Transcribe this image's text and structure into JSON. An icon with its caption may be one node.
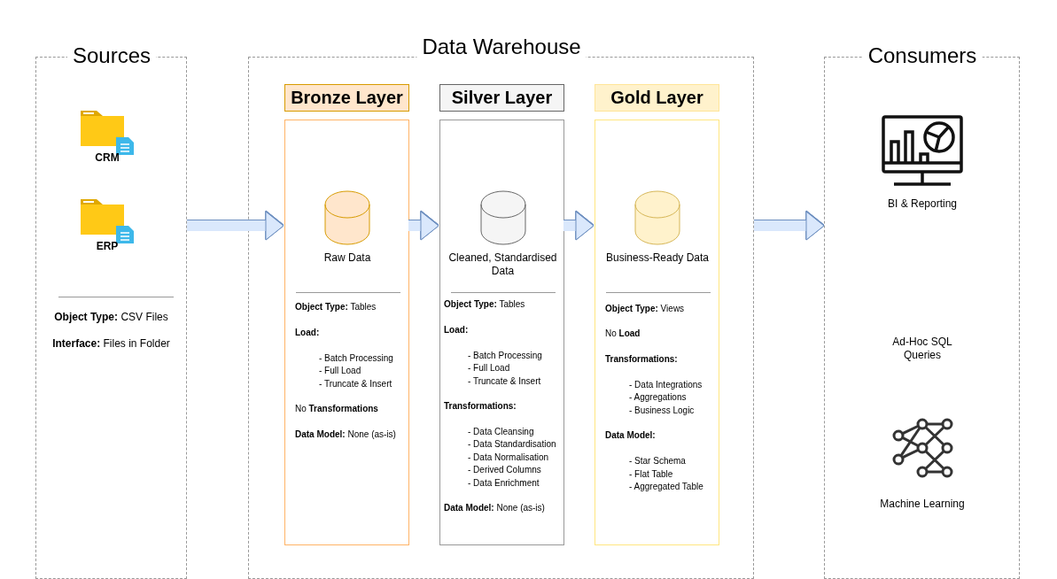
{
  "diagram": {
    "nodes": [
      {
        "text": [
          "Sources",
          "**Object Type:** CSV Files",
          "**Interface:** Files in Folder"
        ]
      },
      {
        "text": [
          "CRM"
        ],
        "in": 0
      },
      {
        "text": [
          "ERP"
        ],
        "in": 0
      },
      {
        "text": [
          "Data Warehouse"
        ]
      },
      {
        "text": [
          "Bronze Layer"
        ],
        "in": 3
      },
      {
        "text": [
          "**Object Type:** Tables",
          "Load:",
          "- Batch Processing",
          "- Full Load",
          "- Truncate & Insert",
          "No **Transformations**",
          "**Data Model:** None (as-is)"
        ],
        "in": 3
      },
      {
        "text": [
          "Raw Data"
        ],
        "in": 5
      },
      {
        "text": [
          "Silver Layer"
        ],
        "in": 3
      },
      {
        "text": [
          "**Object Type:** Tables",
          "Load:",
          "- Batch Processing",
          "- Full Load",
          "- Truncate & Insert",
          "Transformations:",
          "- Data Cleansing",
          "- Data Standardisation",
          "- Data Normalisation",
          "- Derived Columns",
          "- Data Enrichment",
          "**Data Model:** None (as-is)"
        ],
        "in": 3
      },
      {
        "text": [
          "Cleaned, Standardised Data"
        ],
        "in": 8
      },
      {
        "text": [
          "Gold Layer"
        ],
        "in": 3
      },
      {
        "text": [
          "**Object Type:** Views",
          "No **Load**",
          "Transformations:",
          "- Data Integrations",
          "- Aggregations",
          "- Business Logic",
          "Data Model:",
          "- Star Schema",
          "- Flat Table",
          "- Aggregated Table"
        ],
        "in": 3
      },
      {
        "text": [
          "Business-Ready Data"
        ],
        "in": 11
      },
      {
        "text": [
          "Consumers"
        ]
      },
      {
        "text": [
          "BI & Reporting"
        ],
        "in": 13
      },
      {
        "text": [
          "Ad-Hoc SQL Queries"
        ],
        "in": 13
      },
      {
        "text": [
          "Machine Learning"
        ],
        "in": 13
      }
    ],
    "edges": [
      {
        "from": 0,
        "to": 5,
        "arrow": "to"
      },
      {
        "from": 5,
        "to": 8,
        "arrow": "to"
      },
      {
        "from": 8,
        "to": 11,
        "arrow": "to"
      },
      {
        "from": 3,
        "to": 13,
        "arrow": "to"
      }
    ]
  }
}
